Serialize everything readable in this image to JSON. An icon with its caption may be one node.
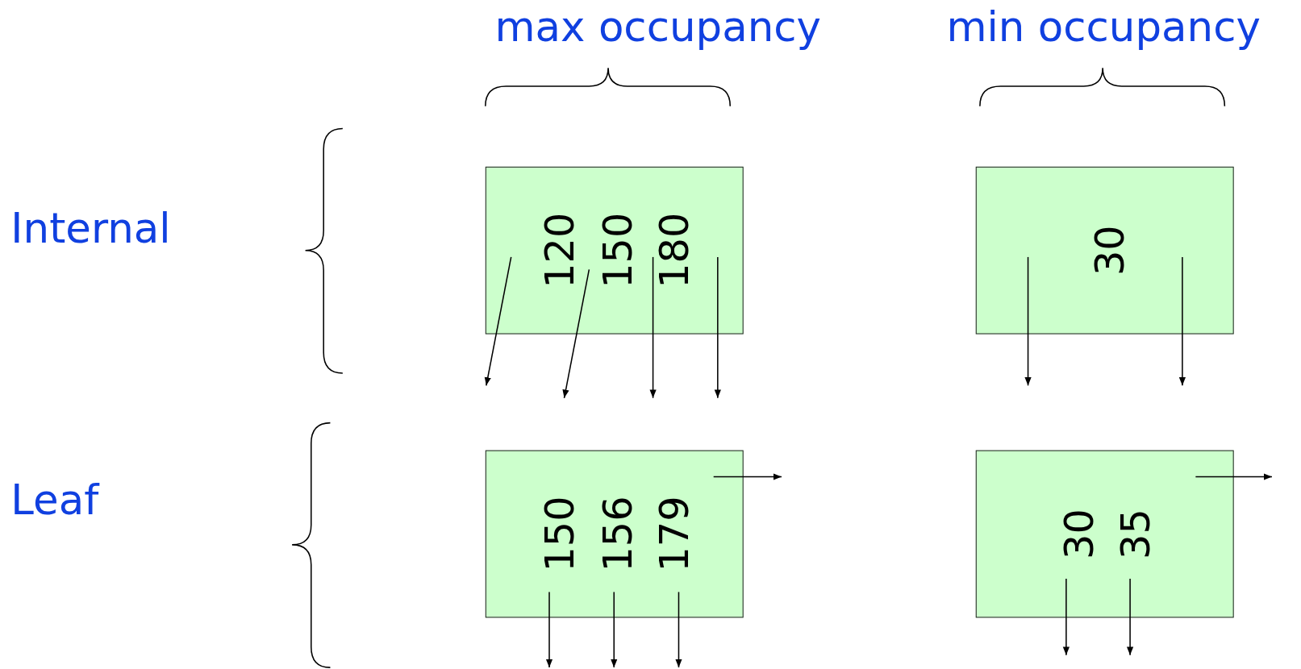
{
  "diagram": {
    "nodes": [
      {
        "text": [
          "120",
          "150",
          "180"
        ]
      },
      {
        "text": [
          "30"
        ]
      },
      {
        "text": [
          "150",
          "156",
          "179"
        ]
      },
      {
        "text": [
          "30",
          "35"
        ]
      }
    ],
    "edges": [
      {
        "from": 0,
        "to": null,
        "arrow": "to"
      },
      {
        "from": 0,
        "to": null,
        "arrow": "to"
      },
      {
        "from": 0,
        "to": null,
        "arrow": "to"
      },
      {
        "from": 0,
        "to": null,
        "arrow": "to"
      },
      {
        "from": 1,
        "to": null,
        "arrow": "to"
      },
      {
        "from": 1,
        "to": null,
        "arrow": "to"
      },
      {
        "from": 2,
        "to": null,
        "arrow": "to"
      },
      {
        "from": 2,
        "to": null,
        "arrow": "to"
      },
      {
        "from": 2,
        "to": null,
        "arrow": "to"
      },
      {
        "from": 2,
        "to": null,
        "arrow": "to"
      },
      {
        "from": 3,
        "to": null,
        "arrow": "to"
      },
      {
        "from": 3,
        "to": null,
        "arrow": "to"
      },
      {
        "from": 3,
        "to": null,
        "arrow": "to"
      }
    ],
    "labels": [
      "max occupancy",
      "min occupancy",
      "Internal",
      "Leaf"
    ]
  }
}
